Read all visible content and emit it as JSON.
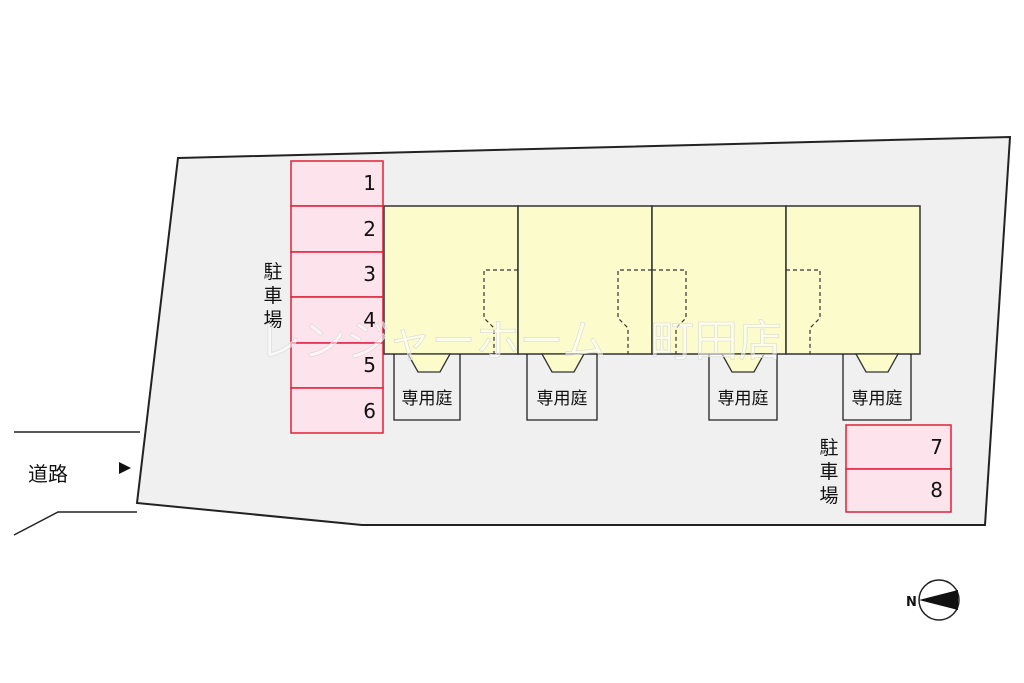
{
  "parking_left": {
    "label": [
      "駐",
      "車",
      "場"
    ],
    "spaces": [
      "1",
      "2",
      "3",
      "4",
      "5",
      "6"
    ]
  },
  "parking_right": {
    "label": [
      "駐",
      "車",
      "場"
    ],
    "spaces": [
      "7",
      "8"
    ]
  },
  "gardens": [
    "専用庭",
    "専用庭",
    "専用庭",
    "専用庭"
  ],
  "road_label": "道路",
  "compass_label": "N",
  "watermark": "レンジャーホーム　町田店",
  "colors": {
    "lot_fill": "#f0f0f0",
    "building_fill": "#fbfbcc",
    "parking_fill": "#fde3ec",
    "parking_stroke": "#e0203a"
  }
}
